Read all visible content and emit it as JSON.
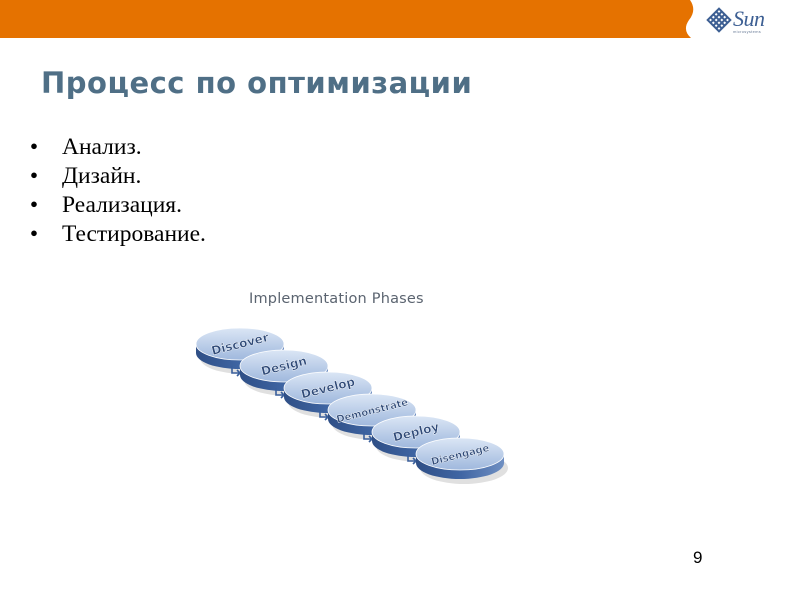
{
  "header": {
    "logo_text": "Sun",
    "logo_subtext": "microsystems",
    "colors": {
      "bar": "#e57200",
      "logo": "#3d5f93"
    }
  },
  "slide": {
    "title": "Процесс по оптимизации",
    "bullets": [
      {
        "bullet": "•",
        "text": "Анализ."
      },
      {
        "bullet": "•",
        "text": "Дизайн."
      },
      {
        "bullet": "•",
        "text": "Реализация."
      },
      {
        "bullet": "•",
        "text": "Тестирование."
      }
    ]
  },
  "diagram": {
    "title": "Implementation Phases",
    "phases": [
      "Discover",
      "Design",
      "Develop",
      "Demonstrate",
      "Deploy",
      "Disengage"
    ],
    "colors": {
      "disc_top": "#9fb8dd",
      "disc_side": "#3f65a3",
      "arrow": "#3a5f9c"
    }
  },
  "page_number": "9"
}
